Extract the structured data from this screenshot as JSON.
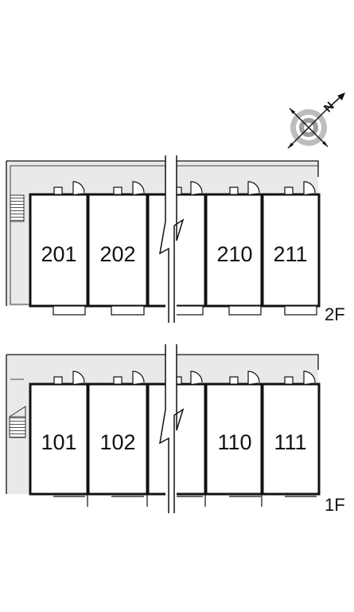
{
  "compass": {
    "north_label": "N",
    "icon": "compass-icon"
  },
  "floors": [
    {
      "id": "2F",
      "label": "2F",
      "rooms": [
        "201",
        "202",
        "",
        "210",
        "211"
      ]
    },
    {
      "id": "1F",
      "label": "1F",
      "rooms": [
        "101",
        "102",
        "",
        "110",
        "111"
      ]
    }
  ],
  "colors": {
    "corridor": "#e9e9e9",
    "wall": "#111111",
    "background": "#ffffff"
  }
}
